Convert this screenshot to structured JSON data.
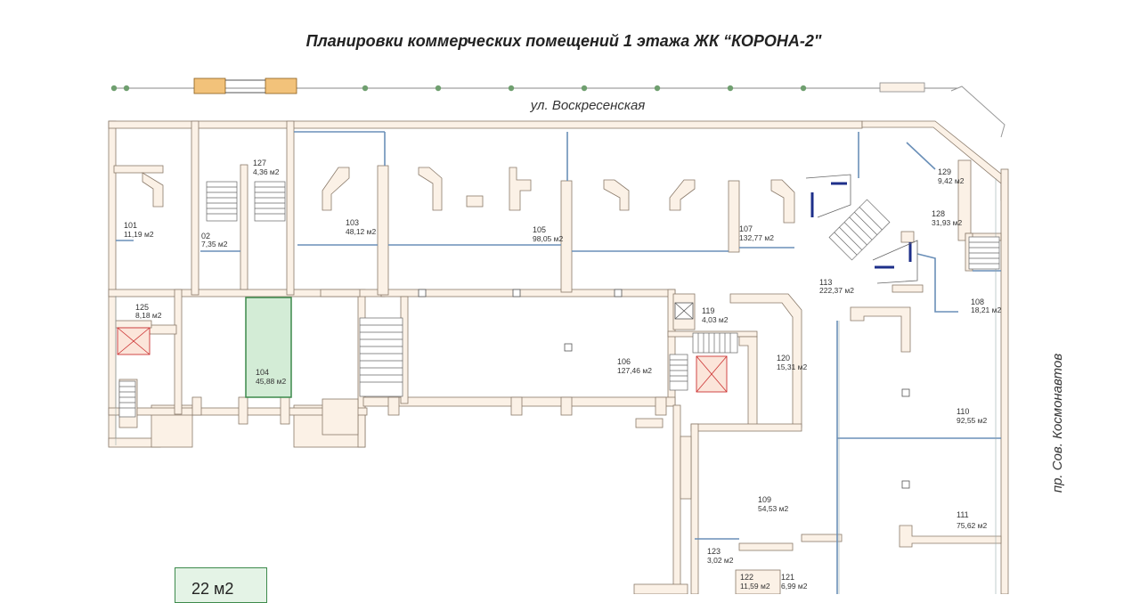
{
  "title": "Планировки коммерческих помещений 1 этажа  ЖК “КОРОНА-2\"",
  "streets": {
    "top": "ул. Воскресенская",
    "right": "пр. Сов. Космонавтов"
  },
  "legend": {
    "selected_area": "22 м2"
  },
  "rooms": {
    "r101": {
      "number": "101",
      "area": "11,19 м2"
    },
    "r02": {
      "number": "02",
      "area": "7,35 м2"
    },
    "r127": {
      "number": "127",
      "area": "4,36 м2"
    },
    "r103": {
      "number": "103",
      "area": "48,12 м2"
    },
    "r105": {
      "number": "105",
      "area": "98,05 м2"
    },
    "r107": {
      "number": "107",
      "area": "132,77 м2"
    },
    "r129": {
      "number": "129",
      "area": "9,42 м2"
    },
    "r128": {
      "number": "128",
      "area": "31,93 м2"
    },
    "r113": {
      "number": "113",
      "area": "222,37 м2"
    },
    "r108": {
      "number": "108",
      "area": "18,21 м2"
    },
    "r125": {
      "number": "125",
      "area": "8,18 м2"
    },
    "r104": {
      "number": "104",
      "area": "45,88 м2"
    },
    "r106": {
      "number": "106",
      "area": "127,46 м2"
    },
    "r119": {
      "number": "119",
      "area": "4,03 м2"
    },
    "r120": {
      "number": "120",
      "area": "15,31 м2"
    },
    "r110": {
      "number": "110",
      "area": "92,55 м2"
    },
    "r109": {
      "number": "109",
      "area": "54,53 м2"
    },
    "r111": {
      "number": "111",
      "area": "75,62 м2"
    },
    "r123": {
      "number": "123",
      "area": "3,02 м2"
    },
    "r122": {
      "number": "122",
      "area": "11,59 м2"
    },
    "r121": {
      "number": "121",
      "area": "6,99 м2"
    }
  },
  "colors": {
    "selected_fill": "#d3ecd6",
    "selected_stroke": "#3d8a4c",
    "wall_fill": "#fbf1e6",
    "partition_blue": "#6a8fb8"
  }
}
